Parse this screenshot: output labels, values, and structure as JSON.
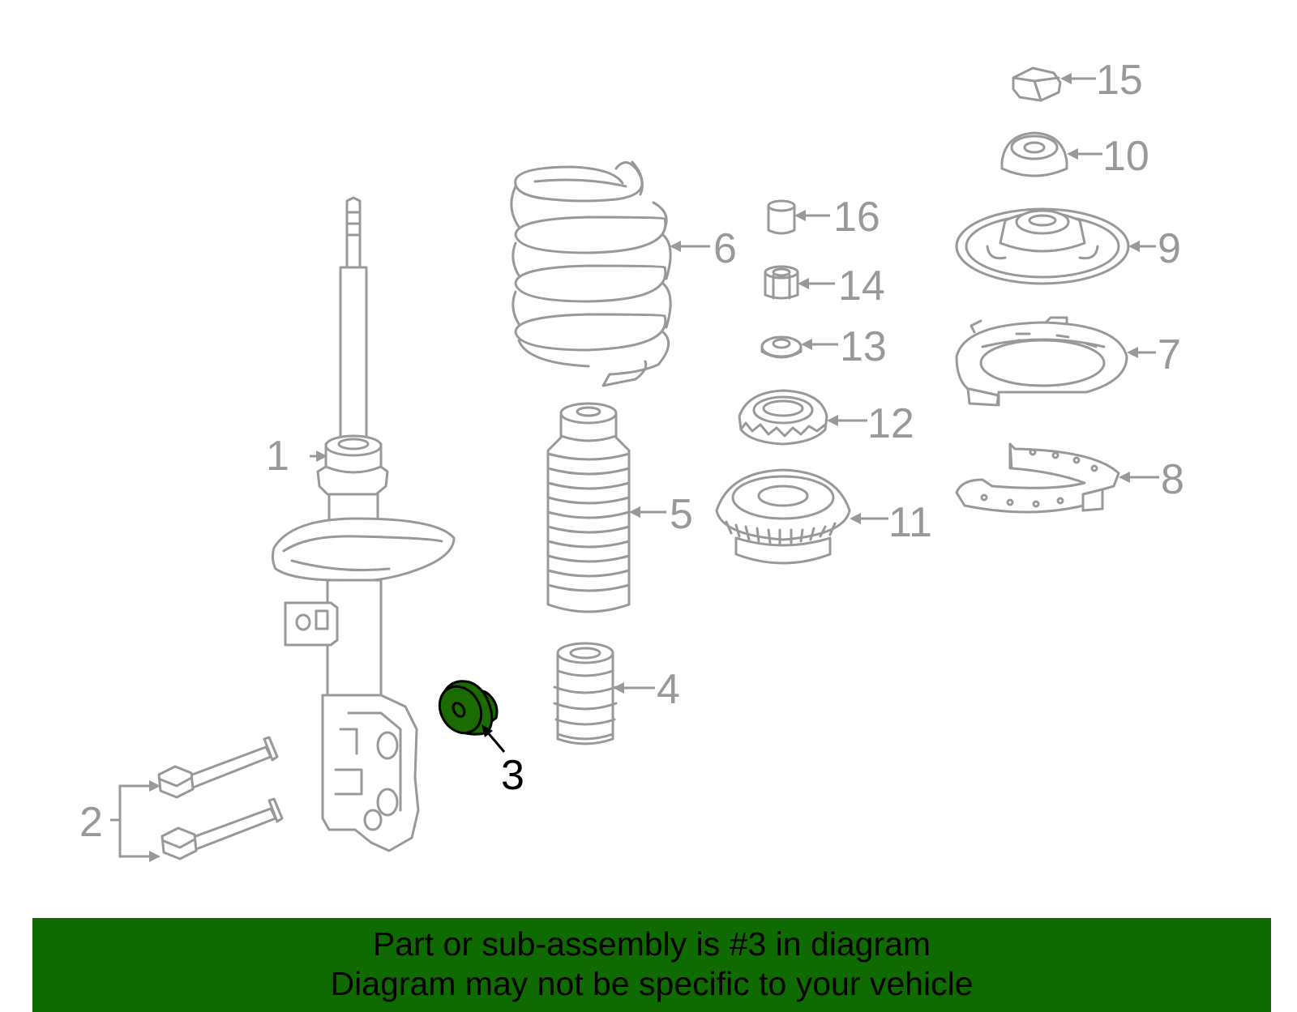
{
  "diagram": {
    "callouts": {
      "c1": "1",
      "c2": "2",
      "c3": "3",
      "c4": "4",
      "c5": "5",
      "c6": "6",
      "c7": "7",
      "c8": "8",
      "c9": "9",
      "c10": "10",
      "c11": "11",
      "c12": "12",
      "c13": "13",
      "c14": "14",
      "c15": "15",
      "c16": "16"
    },
    "highlighted_part": "3"
  },
  "banner": {
    "line1": "Part or sub-assembly is #3 in diagram",
    "line2": "Diagram may not be specific to your vehicle"
  },
  "colors": {
    "banner_bg": "#0f6b00",
    "highlight_fill": "#1a6b00",
    "part_stroke": "#999999",
    "callout_text": "#999999",
    "highlight_text": "#000000"
  }
}
